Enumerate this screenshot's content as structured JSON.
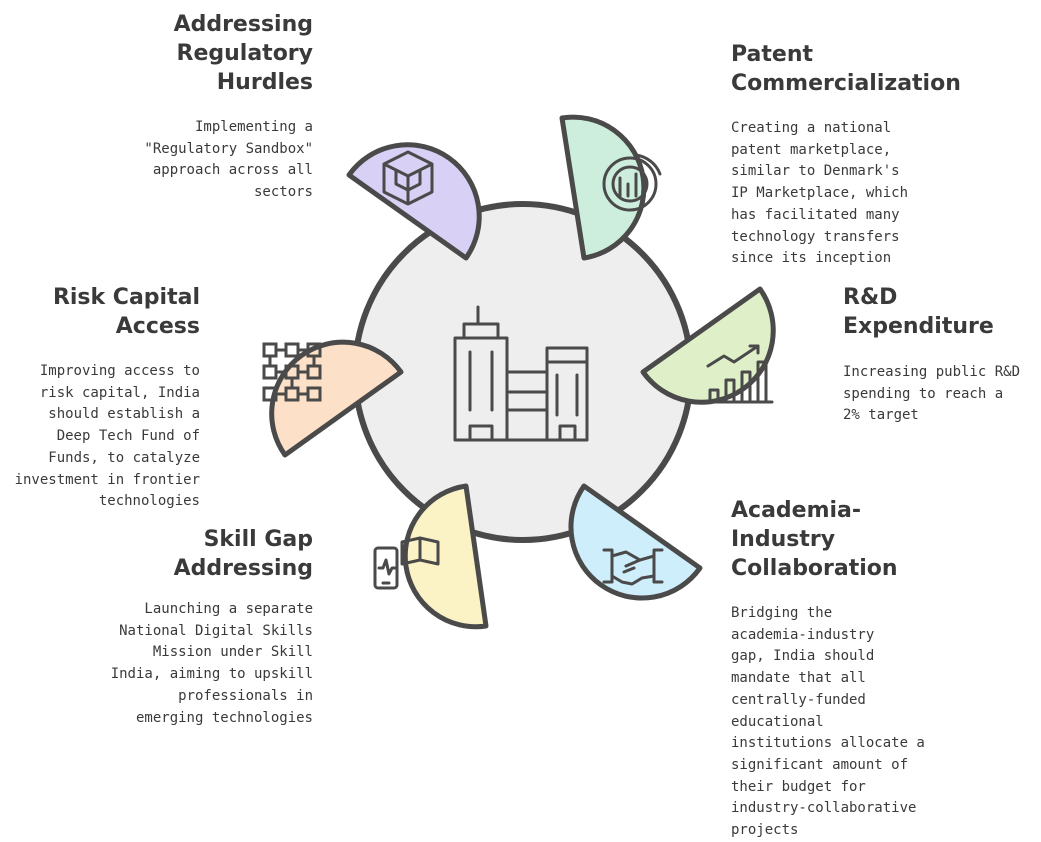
{
  "center": {
    "icon": "buildings-icon"
  },
  "items": [
    {
      "key": "regulatory",
      "title": "Addressing\nRegulatory\nHurdles",
      "description": "Implementing a\n\"Regulatory Sandbox\"\napproach across all\nsectors",
      "color": "#d8d0f5",
      "icon": "cube-network-icon"
    },
    {
      "key": "patent",
      "title": "Patent\nCommercialization",
      "description": "Creating a national\npatent marketplace,\nsimilar to Denmark's\nIP Marketplace, which\nhas facilitated many\ntechnology transfers\nsince its inception",
      "color": "#cdeedd",
      "icon": "chart-gear-icon"
    },
    {
      "key": "rnd",
      "title": "R&D\nExpenditure",
      "description": "Increasing public R&D\nspending to reach a\n2% target",
      "color": "#dff0c8",
      "icon": "bar-chart-trend-icon"
    },
    {
      "key": "academia",
      "title": "Academia-\nIndustry\nCollaboration",
      "description": "Bridging the\nacademia-industry\ngap, India should\nmandate that all\ncentrally-funded\neducational\ninstitutions allocate a\nsignificant amount of\ntheir budget for\nindustry-collaborative\nprojects",
      "color": "#cdeefa",
      "icon": "handshake-icon"
    },
    {
      "key": "skill",
      "title": "Skill Gap\nAddressing",
      "description": "Launching a separate\nNational Digital Skills\nMission under Skill\nIndia, aiming to upskill\nprofessionals in\nemerging technologies",
      "color": "#fbf3c6",
      "icon": "phone-book-icon"
    },
    {
      "key": "risk",
      "title": "Risk Capital\nAccess",
      "description": "Improving access to\nrisk capital, India\nshould establish a\nDeep Tech Fund of\nFunds, to catalyze\ninvestment in frontier\ntechnologies",
      "color": "#fde0c8",
      "icon": "grid-network-icon"
    }
  ]
}
